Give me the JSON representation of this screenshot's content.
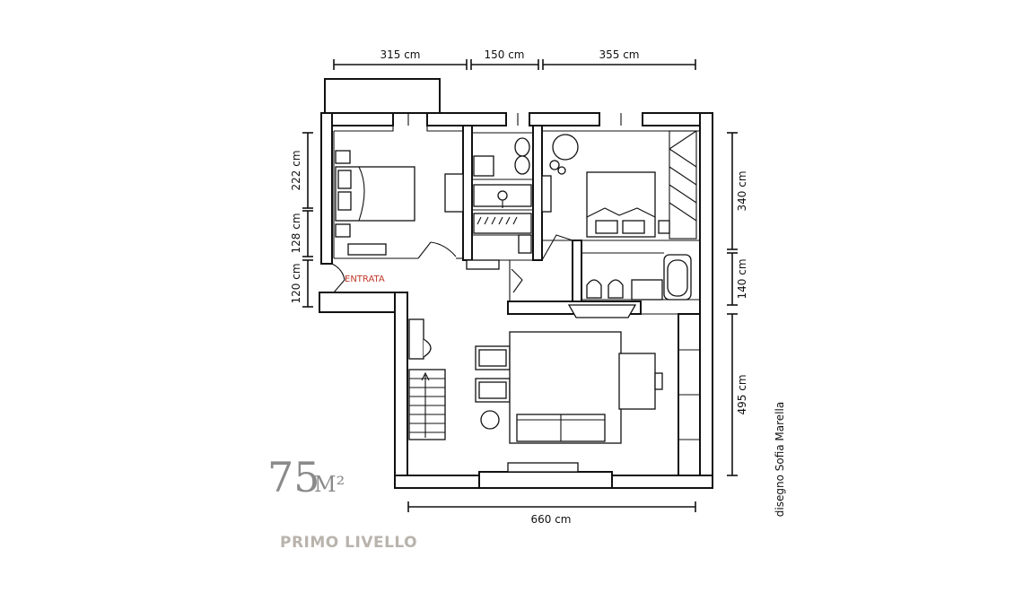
{
  "dimensions": {
    "top_left": "315 cm",
    "top_middle": "150 cm",
    "top_right": "355 cm",
    "left_upper": "222 cm",
    "left_middle": "128 cm",
    "left_lower": "120 cm",
    "right_upper": "340 cm",
    "right_middle": "140 cm",
    "right_lower": "495 cm",
    "bottom": "660 cm"
  },
  "labels": {
    "entrance": "ENTRATA",
    "area_number": "75",
    "area_unit": "M²",
    "level": "PRIMO LIVELLO",
    "credit": "disegno Sofia Marella"
  },
  "colors": {
    "entrance_label": "#c0392b",
    "area_text": "#8a8a8a",
    "level_text": "#b9b3ad",
    "ink": "#111111"
  }
}
